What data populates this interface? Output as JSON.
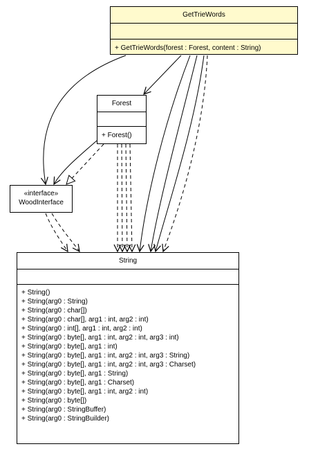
{
  "classes": {
    "gettriewords": {
      "name": "GetTrieWords",
      "operations": [
        "+ GetTrieWords(forest : Forest, content : String)"
      ]
    },
    "forest": {
      "name": "Forest",
      "operations": [
        "+ Forest()"
      ]
    },
    "woodinterface": {
      "stereotype": "«interface»",
      "name": "WoodInterface"
    },
    "string": {
      "name": "String",
      "operations": [
        "+ String()",
        "+ String(arg0 : String)",
        "+ String(arg0 : char[])",
        "+ String(arg0 : char[], arg1 : int, arg2 : int)",
        "+ String(arg0 : int[], arg1 : int, arg2 : int)",
        "+ String(arg0 : byte[], arg1 : int, arg2 : int, arg3 : int)",
        "+ String(arg0 : byte[], arg1 : int)",
        "+ String(arg0 : byte[], arg1 : int, arg2 : int, arg3 : String)",
        "+ String(arg0 : byte[], arg1 : int, arg2 : int, arg3 : Charset)",
        "+ String(arg0 : byte[], arg1 : String)",
        "+ String(arg0 : byte[], arg1 : Charset)",
        "+ String(arg0 : byte[], arg1 : int, arg2 : int)",
        "+ String(arg0 : byte[])",
        "+ String(arg0 : StringBuffer)",
        "+ String(arg0 : StringBuilder)"
      ]
    }
  },
  "colors": {
    "highlight_class_fill": "#fffacd",
    "class_fill": "#ffffff",
    "line": "#000000"
  }
}
